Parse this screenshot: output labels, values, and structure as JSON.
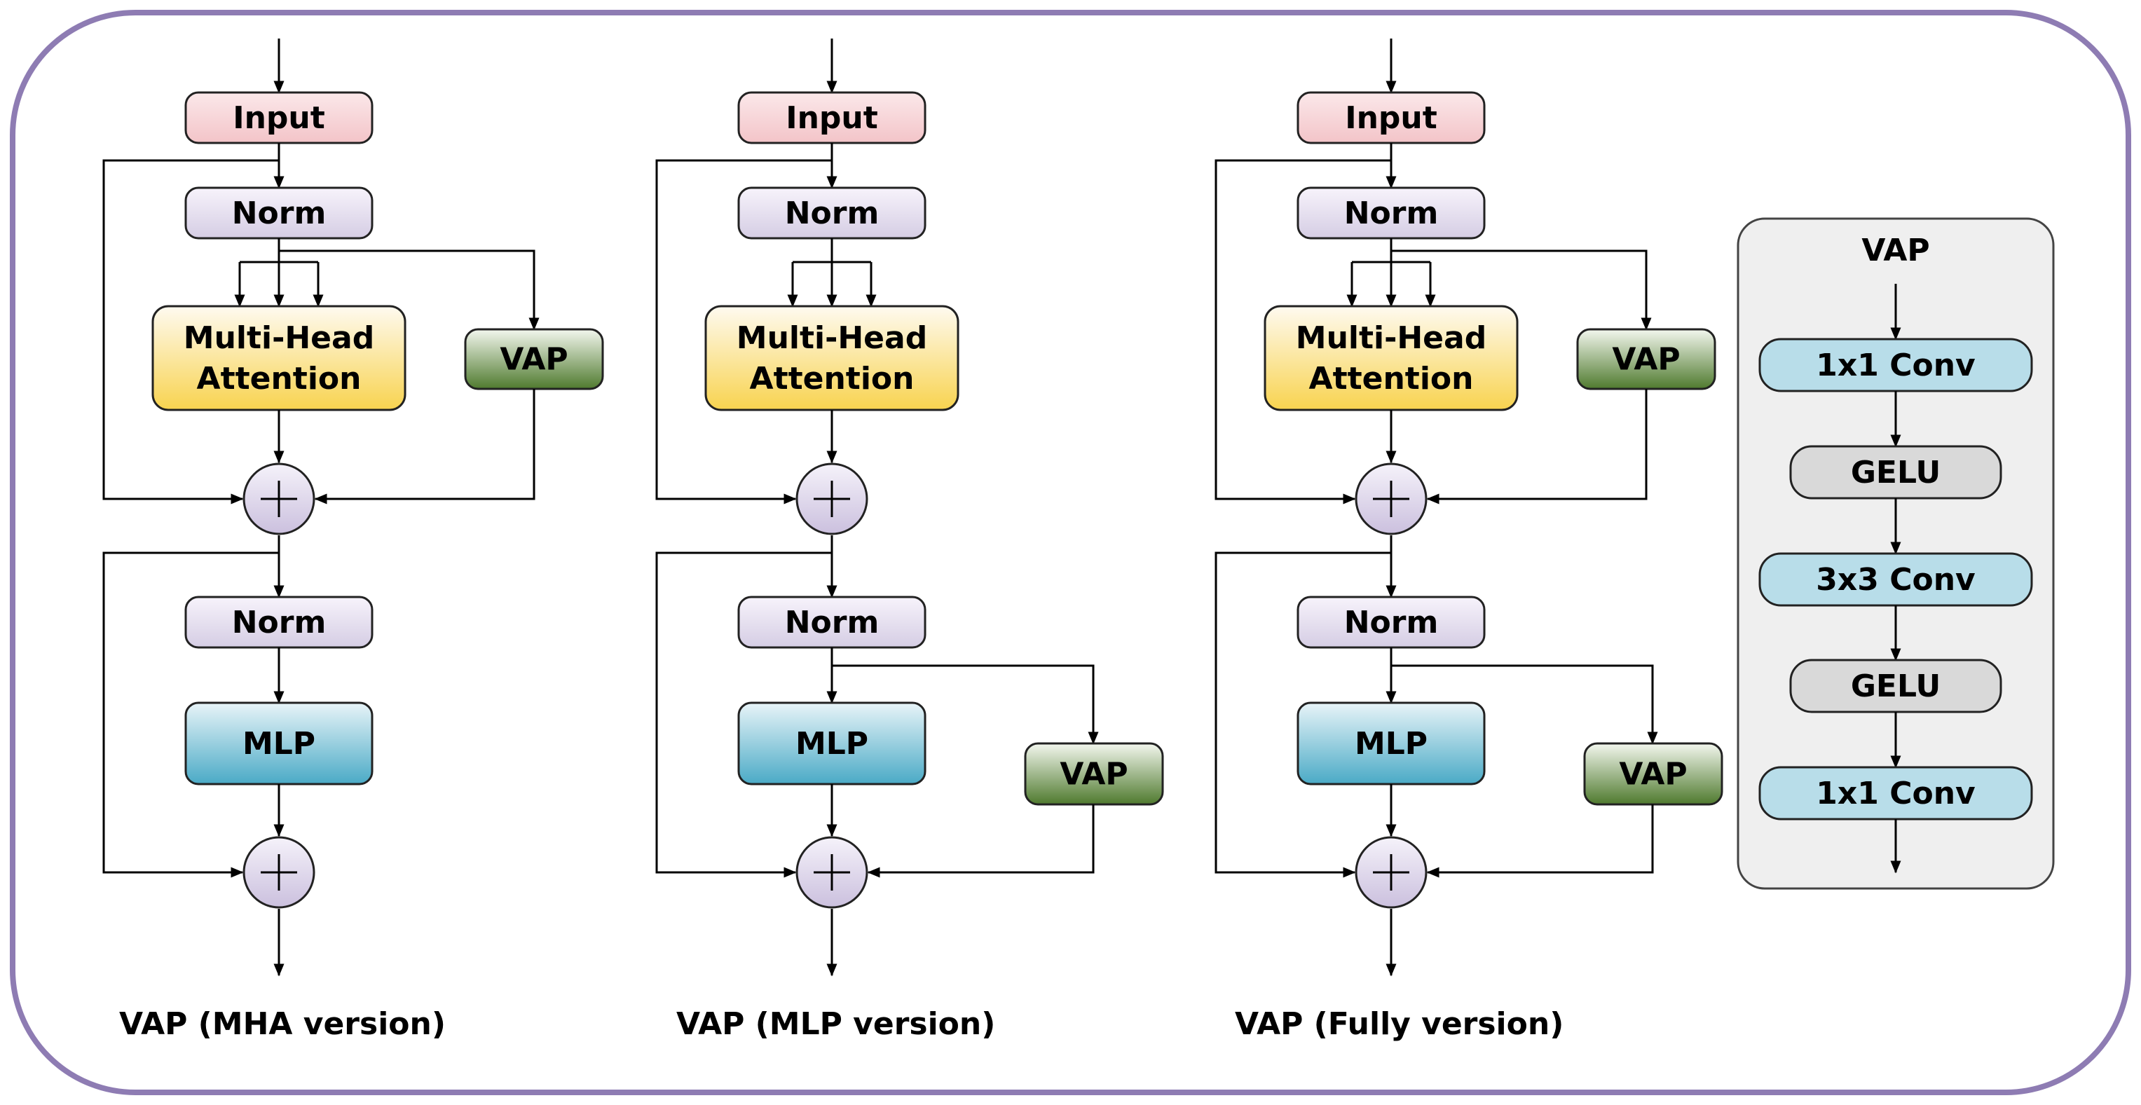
{
  "labels": {
    "input": "Input",
    "norm": "Norm",
    "mha_line1": "Multi-Head",
    "mha_line2": "Attention",
    "mlp": "MLP",
    "vap": "VAP"
  },
  "captions": {
    "mha_version": "VAP (MHA version)",
    "mlp_version": "VAP (MLP version)",
    "fully_version": "VAP (Fully version)"
  },
  "vap_detail": {
    "title": "VAP",
    "layers": [
      "1x1 Conv",
      "GELU",
      "3x3 Conv",
      "GELU",
      "1x1 Conv"
    ]
  },
  "colors": {
    "frame": "#8e7cb3",
    "panel_bg": "#efefef",
    "input_top": "#fbe8ea",
    "input_bottom": "#f3c4c8",
    "norm_top": "#f7f3fb",
    "norm_bottom": "#d5cde4",
    "mha_top": "#fefaf0",
    "mha_bottom": "#f8d34f",
    "mlp_top": "#e8f4f8",
    "mlp_bottom": "#4aaac6",
    "vap_top": "#f3f7ee",
    "vap_bottom": "#4f7a2e",
    "plus_top": "#f5f2fa",
    "plus_bottom": "#cbc0de",
    "conv": "#b8dde9",
    "gelu": "#d9d9d9"
  }
}
